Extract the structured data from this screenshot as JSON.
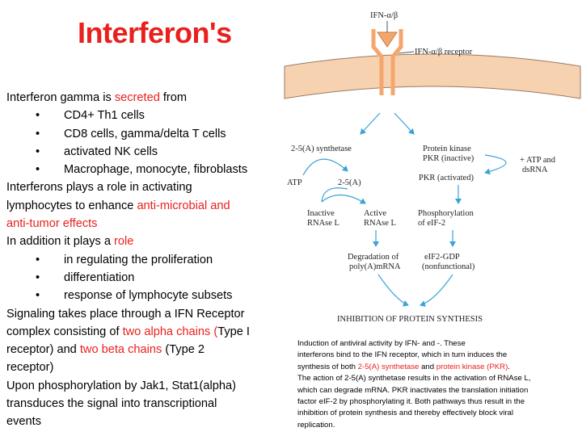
{
  "title": "Interferon's",
  "left": {
    "p1_a": "Interferon gamma is ",
    "p1_red": "secreted",
    "p1_b": " from",
    "bullets1": [
      "CD4+ Th1 cells",
      "CD8 cells, gamma/delta T cells",
      "activated NK cells",
      "Macrophage, monocyte, fibroblasts"
    ],
    "p2_l1": "Interferons plays a role in activating",
    "p2_l2_a": "lymphocytes to enhance ",
    "p2_l2_red": "anti-microbial and",
    "p2_l3_red": "anti-tumor effects",
    "p3_a": "In addition it plays a ",
    "p3_red": "role",
    "bullets2": [
      "in regulating the proliferation",
      "differentiation",
      "response of lymphocyte subsets"
    ],
    "p4_l1": "Signaling takes place through a IFN Receptor",
    "p4_l2_a": "complex consisting of ",
    "p4_l2_red": "two alpha chains (",
    "p4_l2_b": "Type I",
    "p4_l3_a": "receptor) and ",
    "p4_l3_red": "two beta chains",
    "p4_l3_b": " (Type 2",
    "p4_l4": "receptor)",
    "p5_l1": "Upon phosphorylation by Jak1, Stat1(alpha)",
    "p5_l2": "transduces the signal into transcriptional",
    "p5_l3": "events",
    "bullet_glyph": "•"
  },
  "diagram": {
    "ligand": "IFN-α/β",
    "receptor": "IFN-α/β receptor",
    "synthetase": "2-5(A) synthetase",
    "atp": "ATP",
    "two_five_a": "2-5(A)",
    "inactive_rnase_1": "Inactive",
    "inactive_rnase_2": "RNAse L",
    "active_rnase_1": "Active",
    "active_rnase_2": "RNAse L",
    "degradation_1": "Degradation of",
    "degradation_2": "poly(A)mRNA",
    "pk_1": "Protein kinase",
    "pk_2": "PKR (inactive)",
    "atp_dsrna_1": "+ ATP and",
    "atp_dsrna_2": "dsRNA",
    "pkr_active": "PKR (activated)",
    "phos_1": "Phosphorylation",
    "phos_2": "of eIF-2",
    "eif_1": "eIF2-GDP",
    "eif_2": "(nonfunctional)",
    "inhibition": "INHIBITION OF PROTEIN SYNTHESIS"
  },
  "caption": {
    "l1": "Induction of antiviral activity by IFN- and -. These",
    "l2": "interferons bind to the IFN receptor, which in turn induces the",
    "l3_a": "synthesis of both ",
    "l3_red1": "2-5(A) synthetase",
    "l3_b": " and ",
    "l3_red2": "protein kinase (PKR)",
    "l3_c": ".",
    "l4": "The action of 2-5(A) synthetase results in the activation of RNAse L,",
    "l5": "which can degrade mRNA. PKR inactivates the translation initiation",
    "l6": "factor eIF-2 by phosphorylating it. Both pathways thus result in the",
    "l7": "inhibition of protein synthesis and thereby effectively block viral",
    "l8": "replication."
  },
  "colors": {
    "accent_red": "#e8201e",
    "membrane": "#f7d2b0",
    "arrow": "#3aa2d8",
    "receptor": "#f5a66d"
  }
}
